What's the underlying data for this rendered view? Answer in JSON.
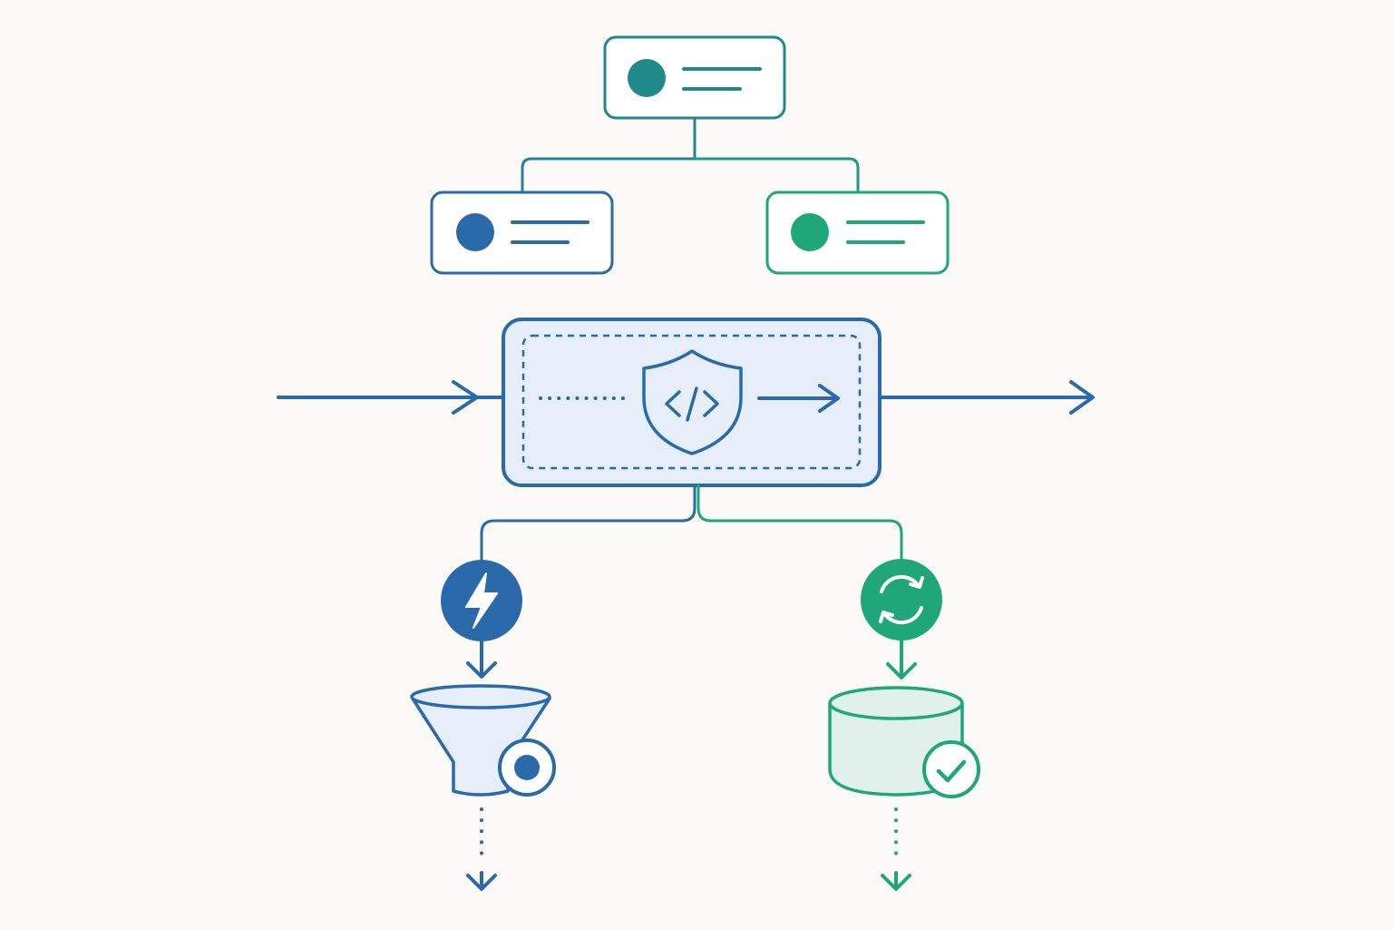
{
  "colors": {
    "background": "#fbfaf6",
    "blue": "#2a6aab",
    "teal": "#20898a",
    "green": "#1fa77a",
    "blue_fill": "#e6eef9",
    "green_fill": "#dff1ea",
    "white": "#ffffff"
  },
  "icons": {
    "center": "shield-code-icon",
    "left_action": "lightning-bolt-icon",
    "right_action": "sync-icon",
    "left_output": "funnel-icon",
    "left_badge": "record-dot-icon",
    "right_output": "database-icon",
    "right_badge": "checkmark-icon"
  },
  "diagram": {
    "nodes": [
      {
        "id": "root",
        "kind": "card",
        "color": "teal"
      },
      {
        "id": "left-child",
        "kind": "card",
        "color": "blue"
      },
      {
        "id": "right-child",
        "kind": "card",
        "color": "green"
      },
      {
        "id": "processor",
        "kind": "process-box",
        "color": "blue"
      },
      {
        "id": "action-left",
        "kind": "circle-icon",
        "color": "blue"
      },
      {
        "id": "action-right",
        "kind": "circle-icon",
        "color": "green"
      },
      {
        "id": "funnel",
        "kind": "funnel",
        "color": "blue"
      },
      {
        "id": "database",
        "kind": "cylinder",
        "color": "green"
      }
    ],
    "edges": [
      {
        "from": "root",
        "to": "left-child",
        "style": "solid"
      },
      {
        "from": "root",
        "to": "right-child",
        "style": "solid"
      },
      {
        "from": "input",
        "to": "processor",
        "style": "arrow"
      },
      {
        "from": "processor",
        "to": "output",
        "style": "arrow"
      },
      {
        "from": "processor",
        "to": "action-left",
        "style": "solid"
      },
      {
        "from": "processor",
        "to": "action-right",
        "style": "solid"
      },
      {
        "from": "action-left",
        "to": "funnel",
        "style": "arrow"
      },
      {
        "from": "action-right",
        "to": "database",
        "style": "arrow"
      },
      {
        "from": "funnel",
        "to": "next",
        "style": "dotted-arrow"
      },
      {
        "from": "database",
        "to": "next",
        "style": "dotted-arrow"
      }
    ]
  }
}
